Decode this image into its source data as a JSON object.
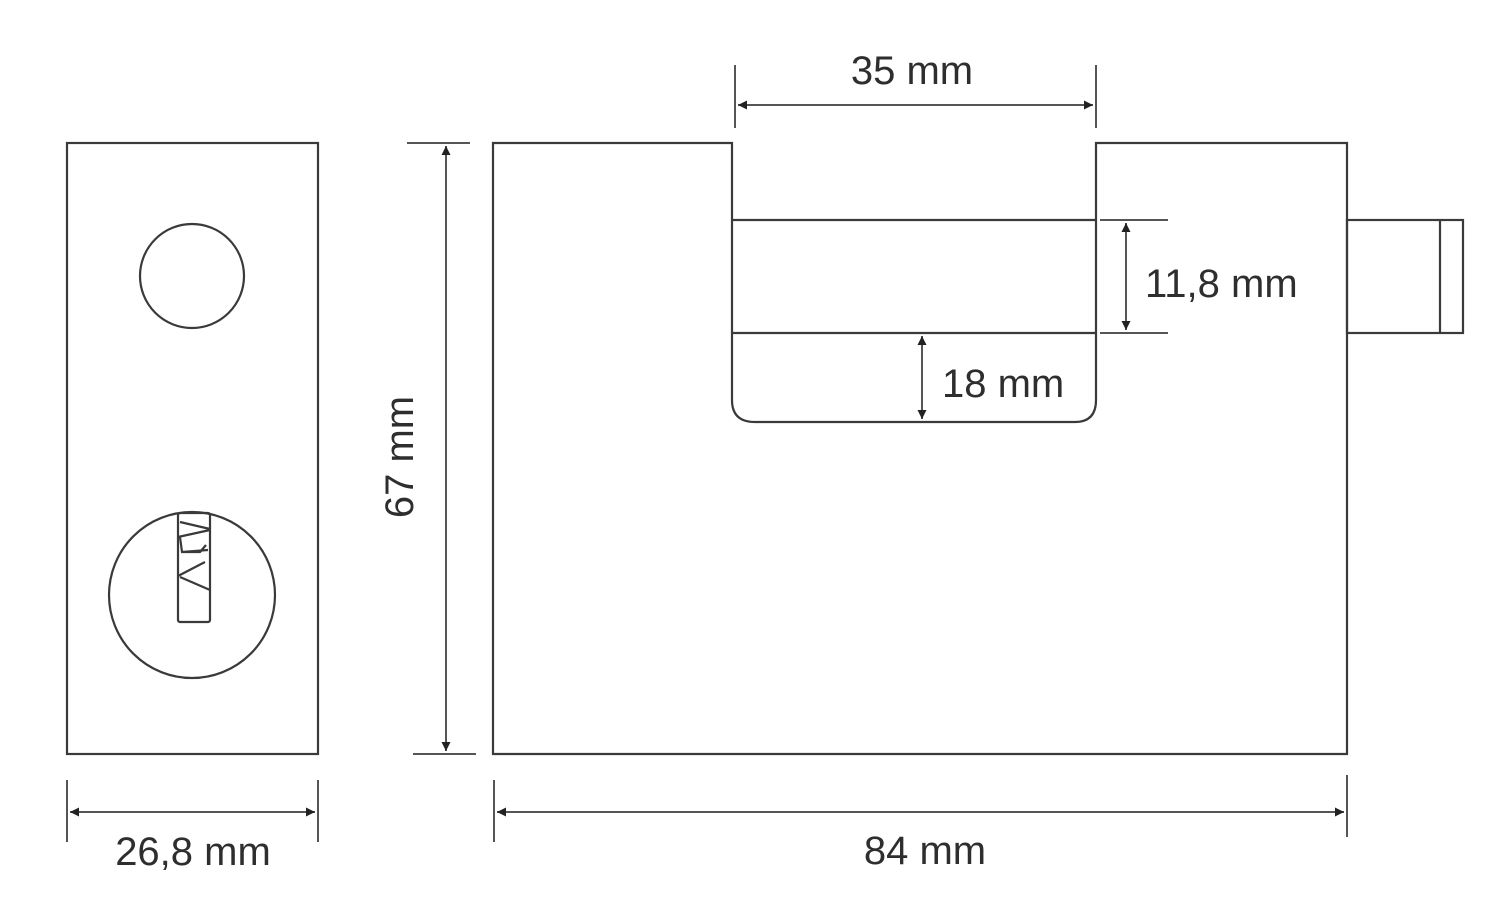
{
  "title": "Padlock dimension drawing",
  "dimensions": {
    "side_width": "26,8 mm",
    "height": "67 mm",
    "shackle_gap": "35 mm",
    "shackle_thickness": "11,8 mm",
    "shackle_clearance": "18 mm",
    "body_width": "84 mm"
  },
  "colors": {
    "line": "#3a3a3a",
    "text": "#2e2e2e"
  }
}
